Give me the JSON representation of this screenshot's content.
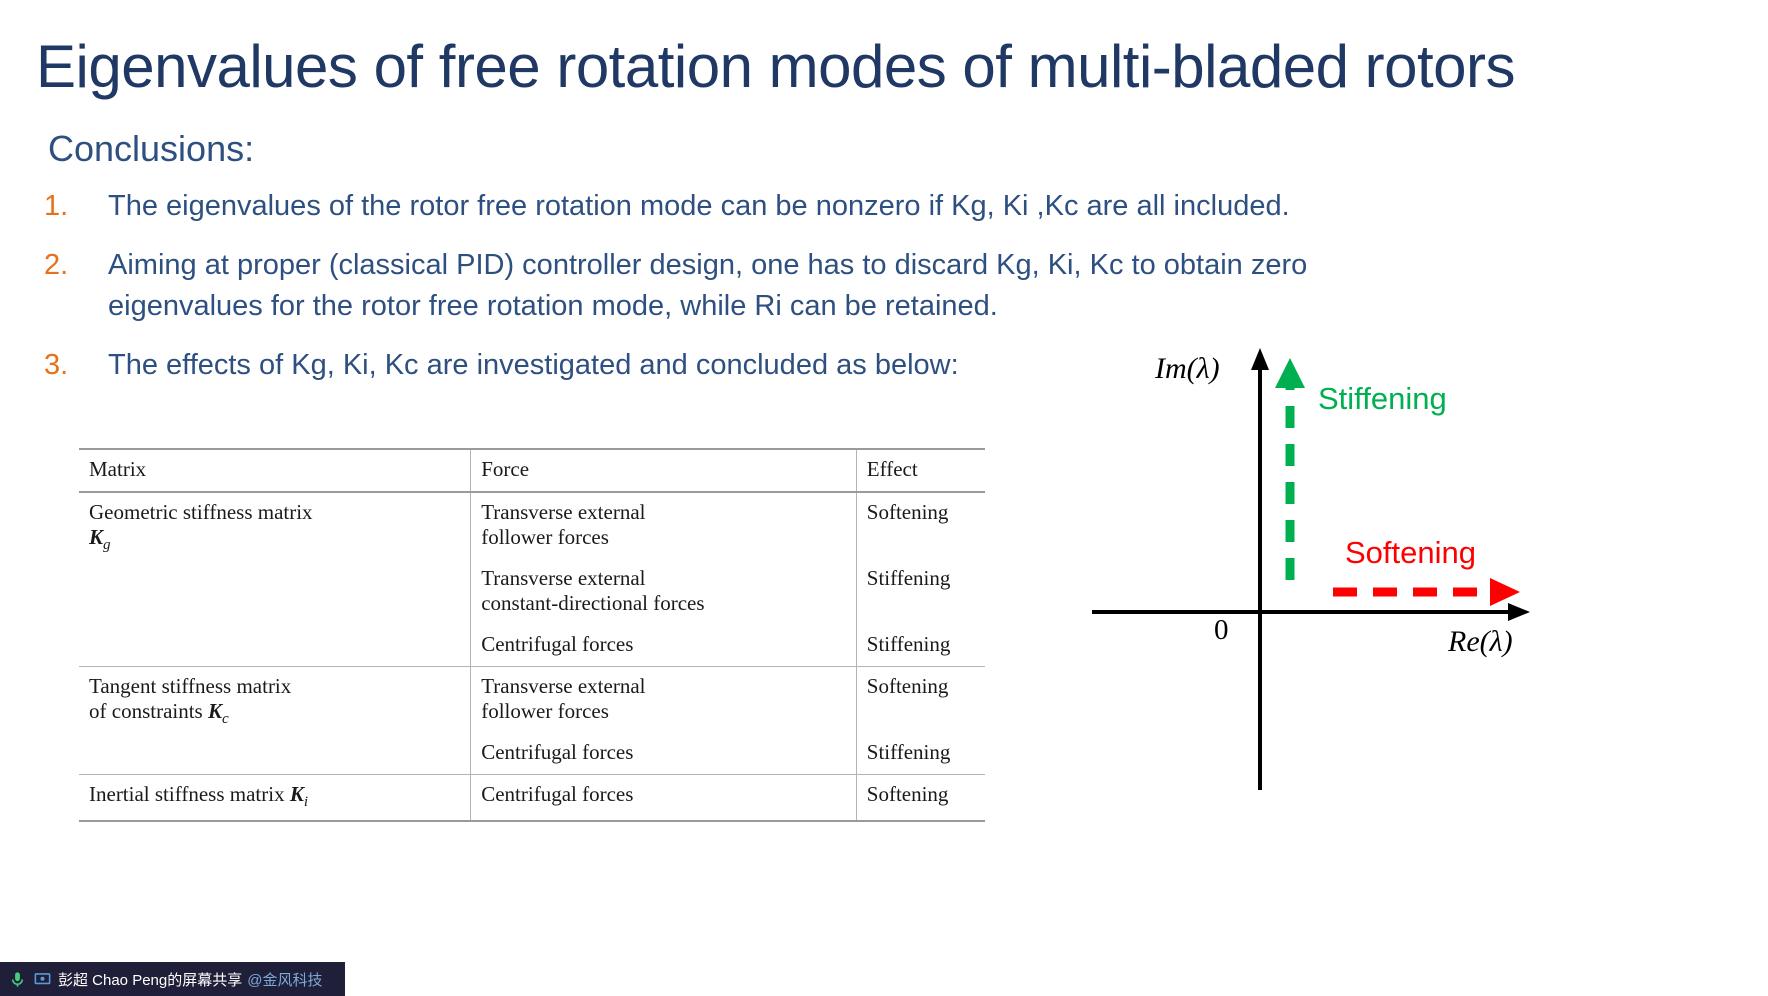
{
  "slide": {
    "title": "Eigenvalues of free rotation modes of multi-bladed rotors",
    "heading": "Conclusions:",
    "items": [
      {
        "number": "1.",
        "text": "The eigenvalues of the rotor free rotation mode can be nonzero if Kg, Ki ,Kc are all included."
      },
      {
        "number": "2.",
        "text": "Aiming at proper (classical PID) controller design, one has to discard Kg, Ki, Kc to obtain zero eigenvalues for the rotor free rotation mode, while Ri can be retained."
      },
      {
        "number": "3.",
        "text": "The effects of Kg, Ki, Kc are investigated and concluded as below:"
      }
    ]
  },
  "table": {
    "headers": [
      "Matrix",
      "Force",
      "Effect"
    ],
    "rows": [
      {
        "matrix_line1": "Geometric stiffness matrix",
        "matrix_symbol": "K",
        "matrix_subscript": "g",
        "forces": [
          {
            "line1": "Transverse external",
            "line2": "follower forces",
            "effect": "Softening"
          },
          {
            "line1": "Transverse external",
            "line2": "constant-directional forces",
            "effect": "Stiffening"
          },
          {
            "line1": "Centrifugal forces",
            "line2": "",
            "effect": "Stiffening"
          }
        ]
      },
      {
        "matrix_line1": "Tangent stiffness matrix",
        "matrix_line2": "of constraints",
        "matrix_symbol": "K",
        "matrix_subscript": "c",
        "forces": [
          {
            "line1": "Transverse external",
            "line2": "follower forces",
            "effect": "Softening"
          },
          {
            "line1": "Centrifugal forces",
            "line2": "",
            "effect": "Stiffening"
          }
        ]
      },
      {
        "matrix_line1": "Inertial stiffness matrix",
        "matrix_symbol": "K",
        "matrix_subscript": "i",
        "forces": [
          {
            "line1": "Centrifugal forces",
            "line2": "",
            "effect": "Softening"
          }
        ]
      }
    ]
  },
  "diagram": {
    "im_axis_label": "Im(λ)",
    "re_axis_label": "Re(λ)",
    "origin_label": "0",
    "stiffening_label": "Stiffening",
    "softening_label": "Softening",
    "stiffening_color": "#00B050",
    "softening_color": "#FF0000",
    "axis_color": "#000000"
  },
  "share_bar": {
    "presenter": "彭超 Chao Peng的屏幕共享",
    "organization": "@金风科技",
    "background": "#1F1F3A"
  }
}
